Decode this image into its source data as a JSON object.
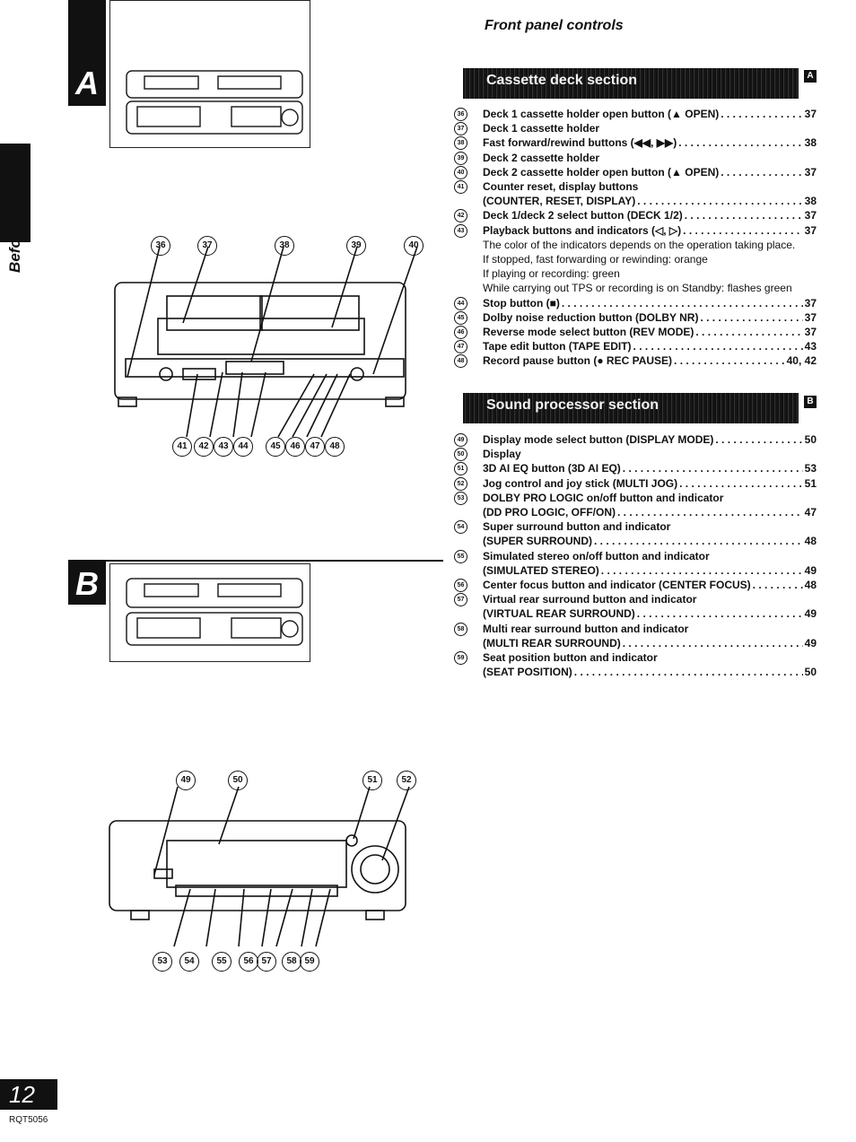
{
  "tabs": {
    "a": "A",
    "b": "B"
  },
  "side_label": "Before use",
  "page_title": "Front panel controls",
  "sections": {
    "cassette": {
      "title": "Cassette deck section",
      "badge": "A",
      "items": [
        {
          "num": "36",
          "label": "Deck 1 cassette holder open button (▲ OPEN)",
          "page": "37"
        },
        {
          "num": "37",
          "label": "Deck 1 cassette holder",
          "page": ""
        },
        {
          "num": "38",
          "label": "Fast forward/rewind buttons (◀◀, ▶▶)",
          "page": "38"
        },
        {
          "num": "39",
          "label": "Deck 2 cassette holder",
          "page": ""
        },
        {
          "num": "40",
          "label": "Deck 2 cassette holder open button (▲ OPEN)",
          "page": "37"
        },
        {
          "num": "41",
          "label": "Counter reset, display buttons",
          "label2": "(COUNTER, RESET, DISPLAY)",
          "page": "38"
        },
        {
          "num": "42",
          "label": "Deck 1/deck 2 select button (DECK 1/2)",
          "page": "37"
        },
        {
          "num": "43",
          "label": "Playback buttons and indicators (◁, ▷)",
          "page": "37",
          "notes": [
            "The color of the indicators depends on the operation taking place.",
            "If stopped, fast forwarding or rewinding: orange",
            "If playing or recording: green",
            "While carrying out TPS or recording is on Standby: flashes green"
          ]
        },
        {
          "num": "44",
          "label": "Stop button (■)",
          "page": "37"
        },
        {
          "num": "45",
          "label": "Dolby noise reduction button (DOLBY NR)",
          "page": "37"
        },
        {
          "num": "46",
          "label": "Reverse mode select button (REV MODE)",
          "page": "37"
        },
        {
          "num": "47",
          "label": "Tape edit button (TAPE EDIT)",
          "page": "43"
        },
        {
          "num": "48",
          "label": "Record pause button (● REC PAUSE)",
          "page": "40, 42"
        }
      ]
    },
    "sound": {
      "title": "Sound processor section",
      "badge": "B",
      "items": [
        {
          "num": "49",
          "label": "Display mode select button (DISPLAY MODE)",
          "page": "50"
        },
        {
          "num": "50",
          "label": "Display",
          "page": ""
        },
        {
          "num": "51",
          "label": "3D AI EQ button (3D AI EQ)",
          "page": "53"
        },
        {
          "num": "52",
          "label": "Jog control and joy stick (MULTI JOG)",
          "page": "51"
        },
        {
          "num": "53",
          "label": "DOLBY PRO LOGIC on/off button and indicator",
          "label2": "(DD PRO LOGIC, OFF/ON)",
          "page": "47"
        },
        {
          "num": "54",
          "label": "Super surround button and indicator",
          "label2": "(SUPER SURROUND)",
          "page": "48"
        },
        {
          "num": "55",
          "label": "Simulated stereo on/off button and indicator",
          "label2": "(SIMULATED STEREO)",
          "page": "49"
        },
        {
          "num": "56",
          "label": "Center focus button and indicator (CENTER FOCUS)",
          "page": "48"
        },
        {
          "num": "57",
          "label": "Virtual rear surround button and indicator",
          "label2": "(VIRTUAL REAR SURROUND)",
          "page": "49"
        },
        {
          "num": "58",
          "label": "Multi rear surround button and indicator",
          "label2": "(MULTI REAR SURROUND)",
          "page": "49"
        },
        {
          "num": "59",
          "label": "Seat position button and indicator",
          "label2": "(SEAT POSITION)",
          "page": "50"
        }
      ]
    }
  },
  "callouts_a_top": [
    "36",
    "37",
    "38",
    "39",
    "40"
  ],
  "callouts_a_bottom": [
    "41",
    "42",
    "43",
    "44",
    "45",
    "46",
    "47",
    "48"
  ],
  "callouts_b_top": [
    "49",
    "50",
    "51",
    "52"
  ],
  "callouts_b_bottom": [
    "53",
    "54",
    "55",
    "56",
    "57",
    "58",
    "59"
  ],
  "page_number": "12",
  "doc_code": "RQT5056"
}
